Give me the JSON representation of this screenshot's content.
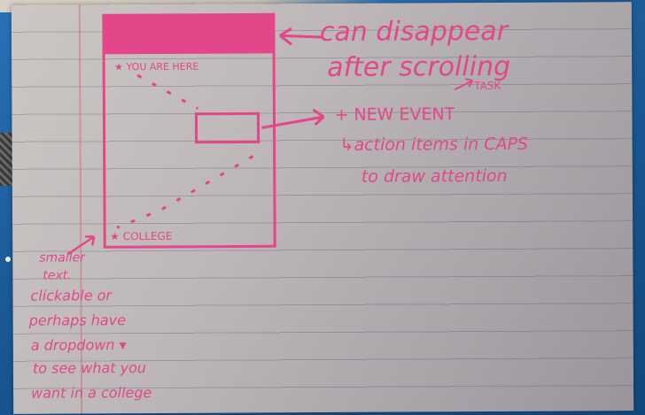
{
  "sketch": {
    "header_note_line1": "can disappear",
    "header_note_line2": "after scrolling",
    "you_are_here": "★ YOU ARE HERE",
    "task_label": "TASK",
    "new_event": "+ NEW EVENT",
    "action_note_line1": "↳action items in CAPS",
    "action_note_line2": "to draw attention",
    "college_label": "★ COLLEGE",
    "college_note": [
      "smaller",
      "text.",
      "clickable or",
      "perhaps have",
      "a dropdown ▾",
      "to see what you",
      "want in a college"
    ]
  },
  "colors": {
    "ink": "#e3478a",
    "paper": "#c2bcbd",
    "desktop": "#1f5f9c"
  }
}
